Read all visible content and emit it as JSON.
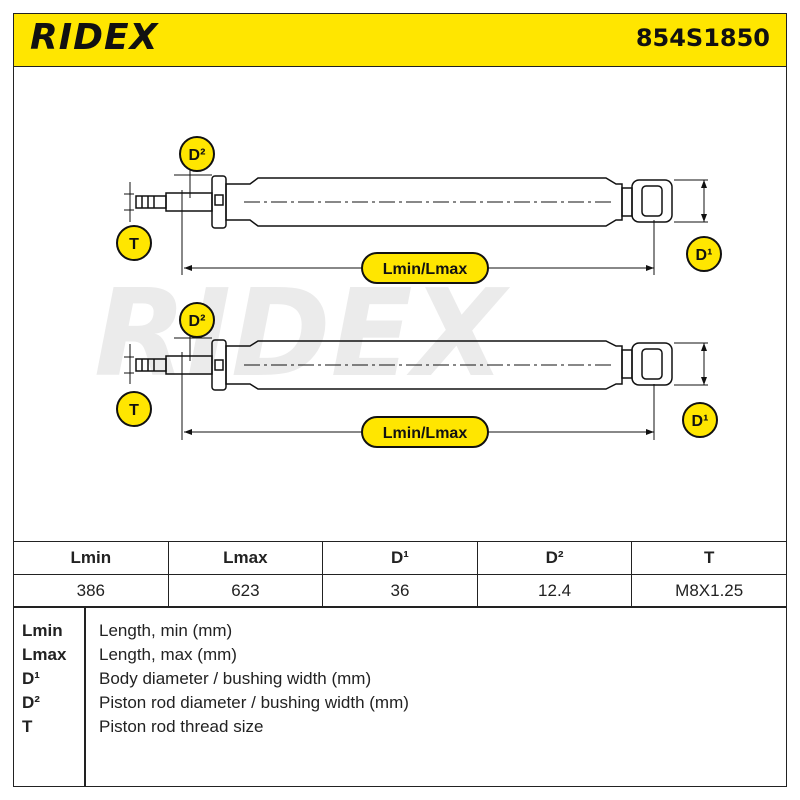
{
  "header": {
    "brand": "RIDEX",
    "part_number": "854S1850"
  },
  "diagram": {
    "watermark": "RIDEX",
    "labels": {
      "d2": "D²",
      "t": "T",
      "d1": "D¹",
      "length": "Lmin/Lmax"
    }
  },
  "table": {
    "headers": [
      "Lmin",
      "Lmax",
      "D¹",
      "D²",
      "T"
    ],
    "values": [
      "386",
      "623",
      "36",
      "12.4",
      "M8X1.25"
    ]
  },
  "legend": [
    {
      "key": "Lmin",
      "desc": "Length, min (mm)"
    },
    {
      "key": "Lmax",
      "desc": "Length, max (mm)"
    },
    {
      "key": "D¹",
      "desc": "Body diameter / bushing width (mm)"
    },
    {
      "key": "D²",
      "desc": "Piston rod diameter / bushing width (mm)"
    },
    {
      "key": "T",
      "desc": "Piston rod thread size"
    }
  ],
  "colors": {
    "accent": "#ffe600",
    "ink": "#111111"
  }
}
